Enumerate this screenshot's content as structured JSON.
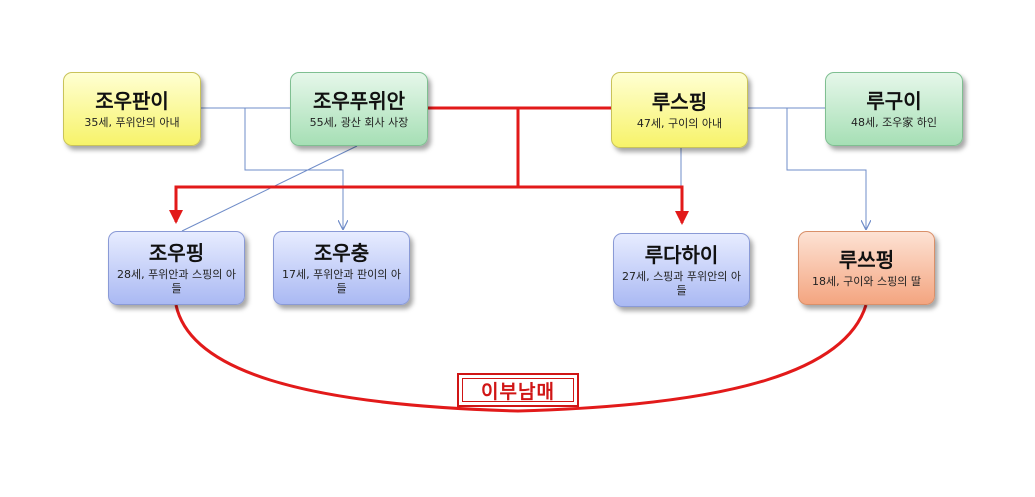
{
  "people": {
    "jou_panyi": {
      "name": "조우판이",
      "desc": "35세, 푸위안의 아내"
    },
    "jou_puwian": {
      "name": "조우푸위안",
      "desc": "55세, 광산 회사 사장"
    },
    "lu_sping": {
      "name": "루스핑",
      "desc": "47세, 구이의 아내"
    },
    "lu_gui": {
      "name": "루구이",
      "desc": "48세, 조우家 하인"
    },
    "jou_ping": {
      "name": "조우핑",
      "desc": "28세, 푸위안과 스핑의 아들"
    },
    "jou_chung": {
      "name": "조우충",
      "desc": "17세, 푸위안과 판이의 아들"
    },
    "lu_dahai": {
      "name": "루다하이",
      "desc": "27세, 스핑과 푸위안의 아들"
    },
    "lu_sseuping": {
      "name": "루쓰펑",
      "desc": "18세, 구이와 스핑의 딸"
    }
  },
  "relation_label": "이부남매",
  "colors": {
    "red_link": "#e21a1a",
    "blue_link": "#6f8cc8",
    "stamp": "#d01515"
  }
}
